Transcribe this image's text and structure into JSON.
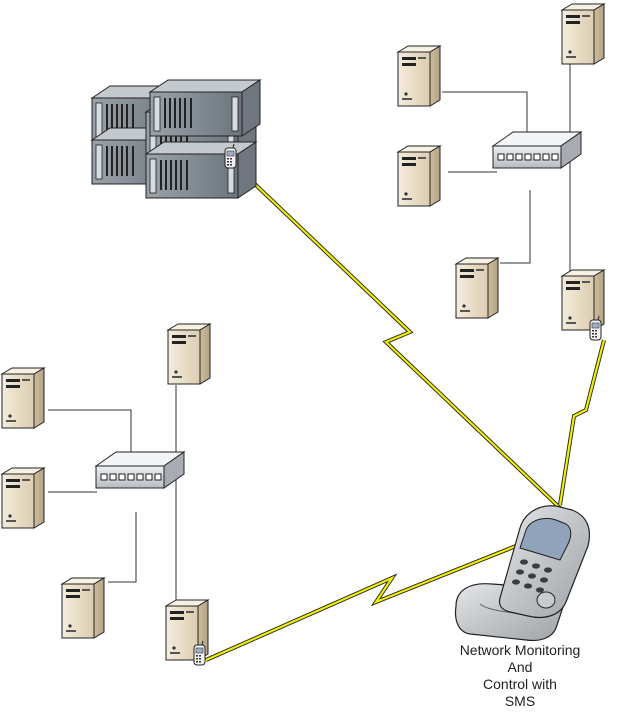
{
  "diagram": {
    "caption_lines": [
      "Network Monitoring",
      "And",
      "Control with",
      "SMS"
    ]
  },
  "icons": {
    "server": "tower-server-icon",
    "rack": "rack-server-icon",
    "hub": "network-switch-icon",
    "modem": "gsm-modem-icon",
    "phone": "mobile-phone-icon",
    "link": "wireless-lightning-link"
  },
  "colors": {
    "server_face": "#e8dcc4",
    "server_side": "#c9b99a",
    "rack_body": "#8c949c",
    "hub_body": "#d0d4d8",
    "phone_body": "#b8bcc0",
    "wireless_link": "#f0f000",
    "wire": "#333333"
  },
  "nodes": [
    {
      "id": "rack-cluster",
      "type": "rack",
      "modem": true
    },
    {
      "id": "right-switch",
      "type": "hub"
    },
    {
      "id": "right-server-top",
      "type": "server"
    },
    {
      "id": "right-server-left-1",
      "type": "server"
    },
    {
      "id": "right-server-left-2",
      "type": "server"
    },
    {
      "id": "right-server-bottom",
      "type": "server"
    },
    {
      "id": "right-server-gateway",
      "type": "server",
      "modem": true
    },
    {
      "id": "left-switch",
      "type": "hub"
    },
    {
      "id": "left-server-top",
      "type": "server"
    },
    {
      "id": "left-server-left-1",
      "type": "server"
    },
    {
      "id": "left-server-left-2",
      "type": "server"
    },
    {
      "id": "left-server-bottom",
      "type": "server"
    },
    {
      "id": "left-server-gateway",
      "type": "server",
      "modem": true
    },
    {
      "id": "control-phone",
      "type": "phone"
    }
  ],
  "links": [
    {
      "from": "right-server-left-1",
      "to": "right-switch",
      "kind": "wire"
    },
    {
      "from": "right-server-left-2",
      "to": "right-switch",
      "kind": "wire"
    },
    {
      "from": "right-server-bottom",
      "to": "right-switch",
      "kind": "wire"
    },
    {
      "from": "right-server-top",
      "to": "right-switch",
      "kind": "wire"
    },
    {
      "from": "right-server-gateway",
      "to": "right-switch",
      "kind": "wire"
    },
    {
      "from": "left-server-left-1",
      "to": "left-switch",
      "kind": "wire"
    },
    {
      "from": "left-server-left-2",
      "to": "left-switch",
      "kind": "wire"
    },
    {
      "from": "left-server-bottom",
      "to": "left-switch",
      "kind": "wire"
    },
    {
      "from": "left-server-top",
      "to": "left-switch",
      "kind": "wire"
    },
    {
      "from": "left-server-gateway",
      "to": "left-switch",
      "kind": "wire"
    },
    {
      "from": "rack-cluster",
      "to": "control-phone",
      "kind": "wireless"
    },
    {
      "from": "right-server-gateway",
      "to": "control-phone",
      "kind": "wireless"
    },
    {
      "from": "left-server-gateway",
      "to": "control-phone",
      "kind": "wireless"
    }
  ]
}
